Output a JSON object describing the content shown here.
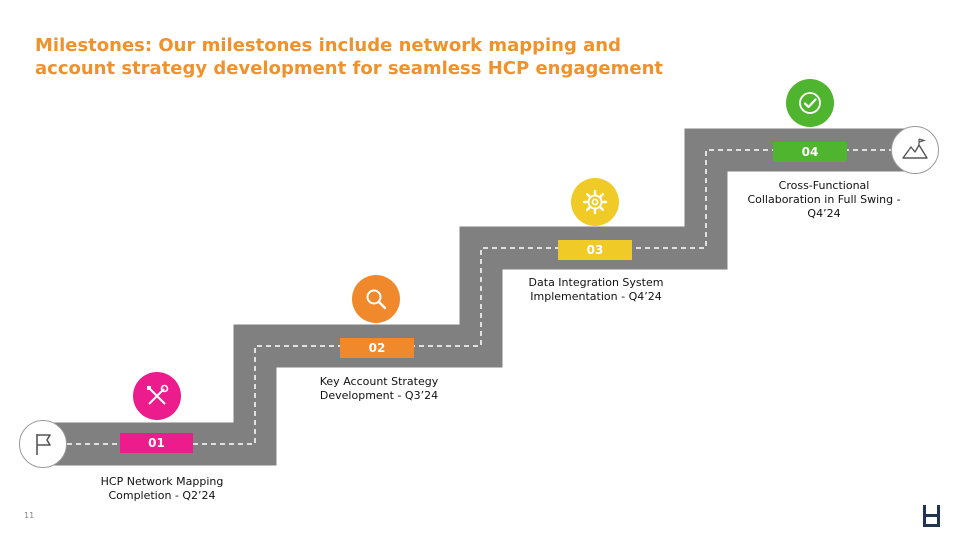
{
  "title_lines": [
    "Milestones: Our milestones include network mapping and",
    "account strategy development for seamless HCP engagement"
  ],
  "milestones": [
    {
      "number": "01",
      "label_lines": [
        "HCP Network Mapping",
        "Completion - Q2’24"
      ],
      "color": "#EC1C8C",
      "icon": "tools-icon"
    },
    {
      "number": "02",
      "label_lines": [
        "Key Account Strategy",
        "Development - Q3’24"
      ],
      "color": "#F0892B",
      "icon": "search-icon"
    },
    {
      "number": "03",
      "label_lines": [
        "Data Integration System",
        "Implementation - Q4’24"
      ],
      "color": "#F0CB27",
      "icon": "gear-icon"
    },
    {
      "number": "04",
      "label_lines": [
        "Cross-Functional",
        "Collaboration in Full Swing -",
        "Q4’24"
      ],
      "color": "#4FB42E",
      "icon": "check-icon"
    }
  ],
  "start_icon": "flag-icon",
  "end_icon": "mountain-icon",
  "road_color": "#808080",
  "page_number": "11"
}
